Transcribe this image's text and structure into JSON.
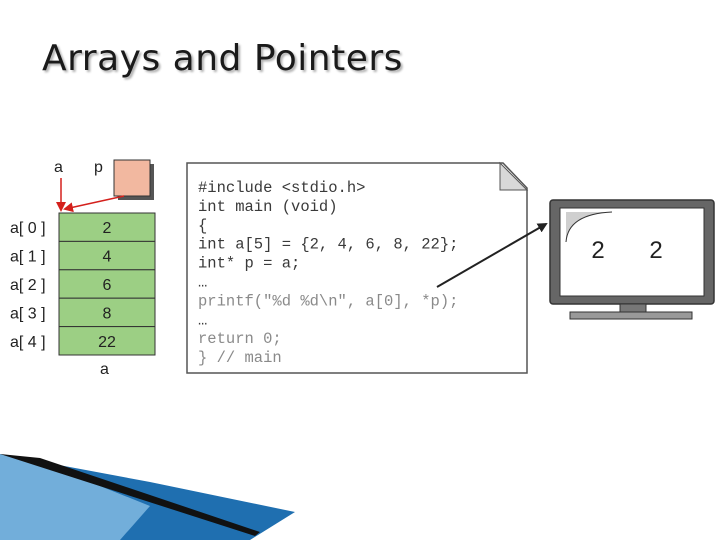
{
  "slide": {
    "title": "Arrays and Pointers"
  },
  "colors": {
    "array_cell": "#9ccf84",
    "pointer_box": "#f2b8a0",
    "arrow": "#d4201c",
    "code_dark": "#3a3a3a",
    "code_light": "#8a8a8a",
    "monitor": "#555555",
    "accent_band": "#1f6fb0"
  },
  "diagram": {
    "array_name_top": "a",
    "pointer_name": "p",
    "array_name_bottom": "a",
    "index_labels": [
      "a[ 0 ]",
      "a[ 1 ]",
      "a[ 2 ]",
      "a[ 3 ]",
      "a[ 4 ]"
    ],
    "values": [
      "2",
      "4",
      "6",
      "8",
      "22"
    ]
  },
  "code": {
    "lines": [
      {
        "text": "#include <stdio.h>",
        "shade": "dark"
      },
      {
        "text": "int main (void)",
        "shade": "dark"
      },
      {
        "text": "{",
        "shade": "dark"
      },
      {
        "text": "int  a[5] = {2, 4, 6, 8, 22};",
        "shade": "dark"
      },
      {
        "text": "int* p    =  a;",
        "shade": "dark"
      },
      {
        "text": "  …",
        "shade": "dark"
      },
      {
        "text": "  printf(\"%d %d\\n\", a[0], *p);",
        "shade": "light"
      },
      {
        "text": "  …",
        "shade": "dark"
      },
      {
        "text": "  return 0;",
        "shade": "light"
      },
      {
        "text": "} // main",
        "shade": "light"
      }
    ]
  },
  "monitor": {
    "outputs": [
      "2",
      "2"
    ]
  }
}
